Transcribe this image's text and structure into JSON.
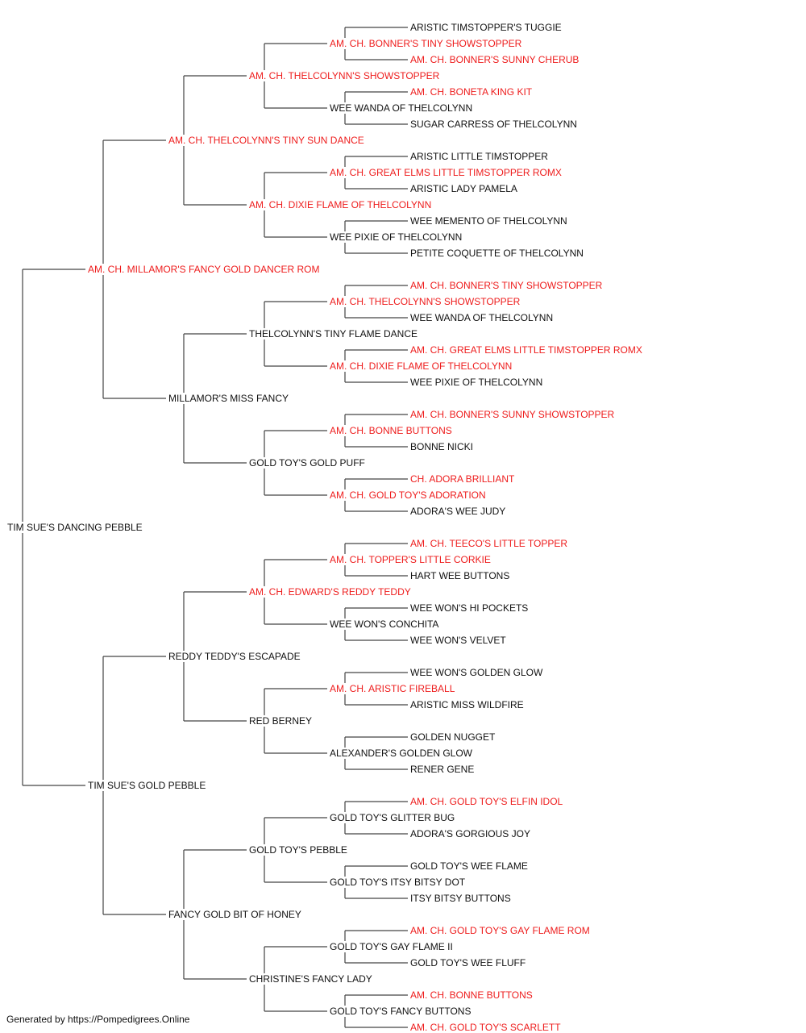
{
  "colors": {
    "champion": "#ee1c1c",
    "plain": "#111111",
    "line": "#444444"
  },
  "footer": "Generated by https://Pompedigrees.Online",
  "pedigree": {
    "name": "TIM SUE'S DANCING PEBBLE",
    "champion": false,
    "sire": {
      "name": "AM. CH. MILLAMOR'S FANCY GOLD DANCER ROM",
      "champion": true,
      "sire": {
        "name": "AM. CH. THELCOLYNN'S TINY SUN DANCE",
        "champion": true,
        "sire": {
          "name": "AM. CH. THELCOLYNN'S SHOWSTOPPER",
          "champion": true,
          "sire": {
            "name": "AM. CH. BONNER'S TINY SHOWSTOPPER",
            "champion": true,
            "sire": {
              "name": "ARISTIC TIMSTOPPER'S TUGGIE",
              "champion": false
            },
            "dam": {
              "name": "AM. CH. BONNER'S SUNNY CHERUB",
              "champion": true
            }
          },
          "dam": {
            "name": "WEE WANDA OF THELCOLYNN",
            "champion": false,
            "sire": {
              "name": "AM. CH. BONETA KING KIT",
              "champion": true
            },
            "dam": {
              "name": "SUGAR CARRESS OF THELCOLYNN",
              "champion": false
            }
          }
        },
        "dam": {
          "name": "AM. CH. DIXIE FLAME OF THELCOLYNN",
          "champion": true,
          "sire": {
            "name": "AM. CH. GREAT ELMS LITTLE TIMSTOPPER ROMX",
            "champion": true,
            "sire": {
              "name": "ARISTIC LITTLE TIMSTOPPER",
              "champion": false
            },
            "dam": {
              "name": "ARISTIC LADY PAMELA",
              "champion": false
            }
          },
          "dam": {
            "name": "WEE PIXIE OF THELCOLYNN",
            "champion": false,
            "sire": {
              "name": "WEE MEMENTO OF THELCOLYNN",
              "champion": false
            },
            "dam": {
              "name": "PETITE COQUETTE OF THELCOLYNN",
              "champion": false
            }
          }
        }
      },
      "dam": {
        "name": "MILLAMOR'S MISS FANCY",
        "champion": false,
        "sire": {
          "name": "THELCOLYNN'S TINY FLAME DANCE",
          "champion": false,
          "sire": {
            "name": "AM. CH. THELCOLYNN'S SHOWSTOPPER",
            "champion": true,
            "sire": {
              "name": "AM. CH. BONNER'S TINY SHOWSTOPPER",
              "champion": true
            },
            "dam": {
              "name": "WEE WANDA OF THELCOLYNN",
              "champion": false
            }
          },
          "dam": {
            "name": "AM. CH. DIXIE FLAME OF THELCOLYNN",
            "champion": true,
            "sire": {
              "name": "AM. CH. GREAT ELMS LITTLE TIMSTOPPER ROMX",
              "champion": true
            },
            "dam": {
              "name": "WEE PIXIE OF THELCOLYNN",
              "champion": false
            }
          }
        },
        "dam": {
          "name": "GOLD TOY'S GOLD PUFF",
          "champion": false,
          "sire": {
            "name": "AM. CH. BONNE BUTTONS",
            "champion": true,
            "sire": {
              "name": "AM. CH. BONNER'S SUNNY SHOWSTOPPER",
              "champion": true
            },
            "dam": {
              "name": "BONNE NICKI",
              "champion": false
            }
          },
          "dam": {
            "name": "AM. CH. GOLD TOY'S ADORATION",
            "champion": true,
            "sire": {
              "name": "CH. ADORA BRILLIANT",
              "champion": true
            },
            "dam": {
              "name": "ADORA'S WEE JUDY",
              "champion": false
            }
          }
        }
      }
    },
    "dam": {
      "name": "TIM SUE'S GOLD PEBBLE",
      "champion": false,
      "sire": {
        "name": "REDDY TEDDY'S ESCAPADE",
        "champion": false,
        "sire": {
          "name": "AM. CH. EDWARD'S REDDY TEDDY",
          "champion": true,
          "sire": {
            "name": "AM. CH. TOPPER'S LITTLE CORKIE",
            "champion": true,
            "sire": {
              "name": "AM. CH. TEECO'S LITTLE TOPPER",
              "champion": true
            },
            "dam": {
              "name": "HART WEE BUTTONS",
              "champion": false
            }
          },
          "dam": {
            "name": "WEE WON'S CONCHITA",
            "champion": false,
            "sire": {
              "name": "WEE WON'S HI POCKETS",
              "champion": false
            },
            "dam": {
              "name": "WEE WON'S VELVET",
              "champion": false
            }
          }
        },
        "dam": {
          "name": "RED BERNEY",
          "champion": false,
          "sire": {
            "name": "AM. CH. ARISTIC FIREBALL",
            "champion": true,
            "sire": {
              "name": "WEE WON'S GOLDEN GLOW",
              "champion": false
            },
            "dam": {
              "name": "ARISTIC MISS WILDFIRE",
              "champion": false
            }
          },
          "dam": {
            "name": "ALEXANDER'S GOLDEN GLOW",
            "champion": false,
            "sire": {
              "name": "GOLDEN NUGGET",
              "champion": false
            },
            "dam": {
              "name": "RENER GENE",
              "champion": false
            }
          }
        }
      },
      "dam": {
        "name": "FANCY GOLD BIT OF HONEY",
        "champion": false,
        "sire": {
          "name": "GOLD TOY'S PEBBLE",
          "champion": false,
          "sire": {
            "name": "GOLD TOY'S GLITTER BUG",
            "champion": false,
            "sire": {
              "name": "AM. CH. GOLD TOY'S ELFIN IDOL",
              "champion": true
            },
            "dam": {
              "name": "ADORA'S GORGIOUS JOY",
              "champion": false
            }
          },
          "dam": {
            "name": "GOLD TOY'S ITSY BITSY DOT",
            "champion": false,
            "sire": {
              "name": "GOLD TOY'S WEE FLAME",
              "champion": false
            },
            "dam": {
              "name": "ITSY BITSY BUTTONS",
              "champion": false
            }
          }
        },
        "dam": {
          "name": "CHRISTINE'S FANCY LADY",
          "champion": false,
          "sire": {
            "name": "GOLD TOY'S GAY FLAME II",
            "champion": false,
            "sire": {
              "name": "AM. CH. GOLD TOY'S GAY FLAME ROM",
              "champion": true
            },
            "dam": {
              "name": "GOLD TOY'S WEE FLUFF",
              "champion": false
            }
          },
          "dam": {
            "name": "GOLD TOY'S FANCY BUTTONS",
            "champion": false,
            "sire": {
              "name": "AM. CH. BONNE BUTTONS",
              "champion": true
            },
            "dam": {
              "name": "AM. CH. GOLD TOY'S SCARLETT",
              "champion": true
            }
          }
        }
      }
    }
  }
}
